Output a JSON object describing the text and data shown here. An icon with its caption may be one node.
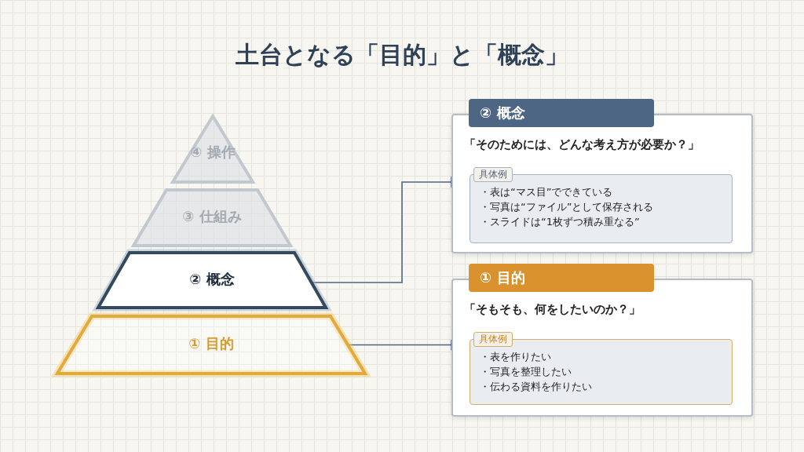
{
  "diagram": {
    "title": "土台となる「目的」と「概念」",
    "nodes": [
      {
        "text": [
          "④ 操作"
        ]
      },
      {
        "text": [
          "③ 仕組み"
        ]
      },
      {
        "text": [
          "② 概念"
        ]
      },
      {
        "text": [
          "① 目的"
        ]
      },
      {
        "text": [
          "② 概念"
        ]
      },
      {
        "text": [
          "「そのためには、どんな考え方が必要か？」"
        ]
      },
      {
        "text": [
          "具体例"
        ],
        "in": 5
      },
      {
        "text": [
          "・表は“マス目”でできている",
          "・写真は“ファイル”として保存される",
          "・スライドは“1枚ずつ積み重なる”"
        ],
        "in": 5
      },
      {
        "text": [
          "① 目的"
        ]
      },
      {
        "text": [
          "「そもそも、何をしたいのか？」"
        ]
      },
      {
        "text": [
          "具体例"
        ],
        "in": 9
      },
      {
        "text": [
          "・表を作りたい",
          "・写真を整理したい",
          "・伝わる資料を作りたい"
        ],
        "in": 9
      }
    ],
    "edges": [
      {
        "from": 2,
        "to": 5,
        "arrow": "other"
      },
      {
        "from": 3,
        "to": 9,
        "arrow": "other"
      }
    ]
  }
}
